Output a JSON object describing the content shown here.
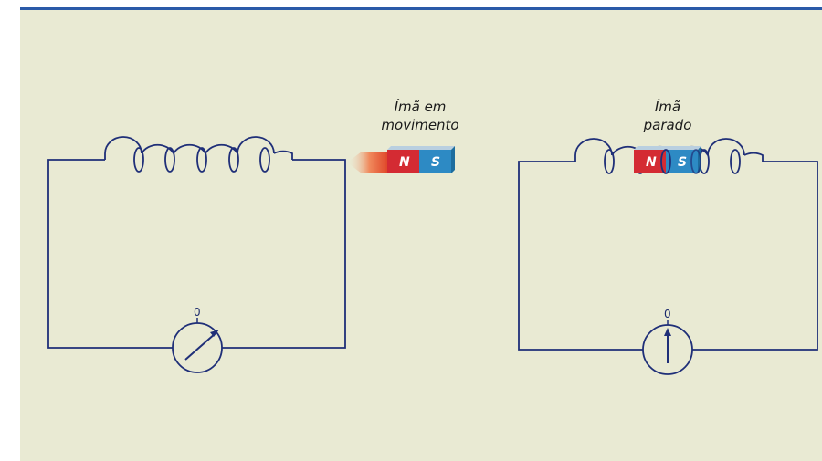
{
  "colors": {
    "background": "#e9ead3",
    "topbar": "#2a5aa8",
    "wire": "#1f2f78",
    "north": "#d42b33",
    "south": "#2d8ac4",
    "motion_arrow": "#e55a2b"
  },
  "left_setup": {
    "magnet_label_line1": "Ímã em",
    "magnet_label_line2": "movimento",
    "north_label": "N",
    "south_label": "S",
    "meter_zero": "0",
    "needle_state": "deflected"
  },
  "right_setup": {
    "magnet_label_line1": "Ímã",
    "magnet_label_line2": "parado",
    "north_label": "N",
    "south_label": "S",
    "meter_zero": "0",
    "needle_state": "zero"
  }
}
